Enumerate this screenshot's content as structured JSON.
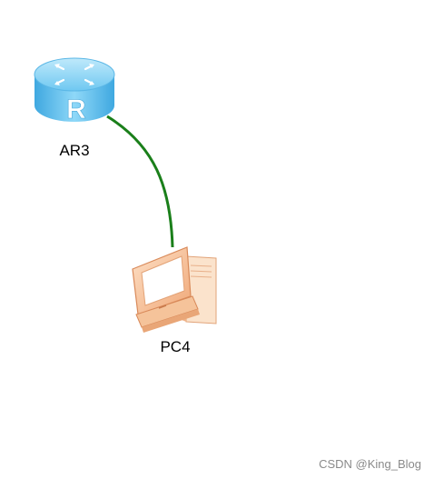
{
  "devices": [
    {
      "id": "router",
      "name": "AR3",
      "icon": "router-icon",
      "icon_letter": "R"
    },
    {
      "id": "pc",
      "name": "PC4",
      "icon": "pc-icon"
    }
  ],
  "links": [
    {
      "from": "AR3",
      "to": "PC4",
      "color": "#1a7f1a"
    }
  ],
  "watermark": "CSDN @King_Blog",
  "colors": {
    "router_body": "#5ec0f0",
    "router_top": "#8ed6f7",
    "pc_body": "#f6c9a2",
    "link": "#1a7f1a"
  }
}
